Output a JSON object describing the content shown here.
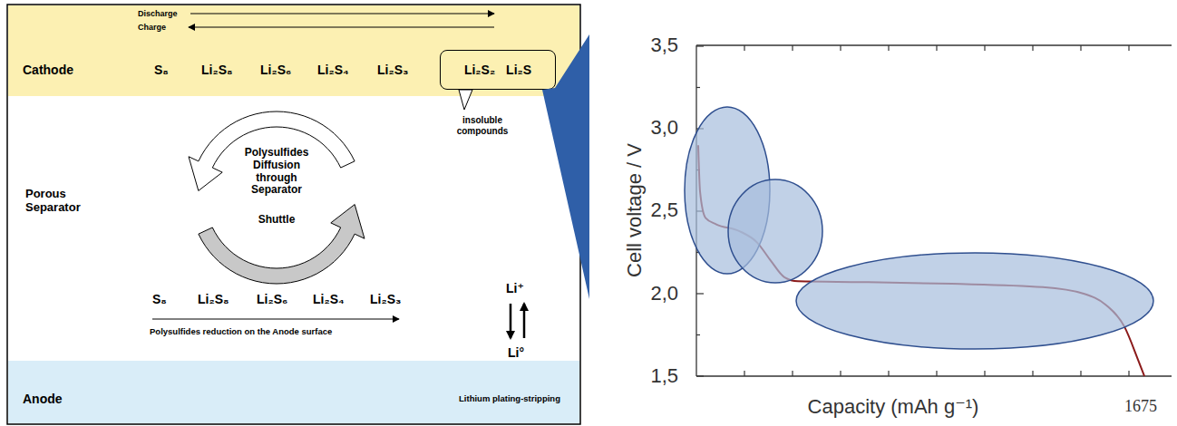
{
  "diagram": {
    "nodes": [
      {
        "text": [
          "Cathode"
        ]
      },
      {
        "text": [
          "Li₂S₂",
          "Li₂S"
        ],
        "in": 0
      },
      {
        "text": [
          "Anode",
          "Lithium plating-stripping"
        ]
      }
    ],
    "labels": [
      "Discharge",
      "Charge",
      "S₈",
      "Li₂S₈",
      "Li₂S₆",
      "Li₂S₄",
      "Li₂S₃",
      "insoluble compounds",
      "Porous Separator",
      "Polysulfides Diffusion through Separator",
      "Shuttle",
      "S₈",
      "Li₂S₈",
      "Li₂S₆",
      "Li₂S₄",
      "Li₂S₃",
      "Li⁺",
      "Polysulfides reduction on the Anode surface",
      "Li°",
      "3,5",
      "3,0",
      "2,5",
      "2,0",
      "1,5",
      "Cell voltage / V",
      "Capacity (mAh g⁻¹)",
      "1675"
    ]
  }
}
